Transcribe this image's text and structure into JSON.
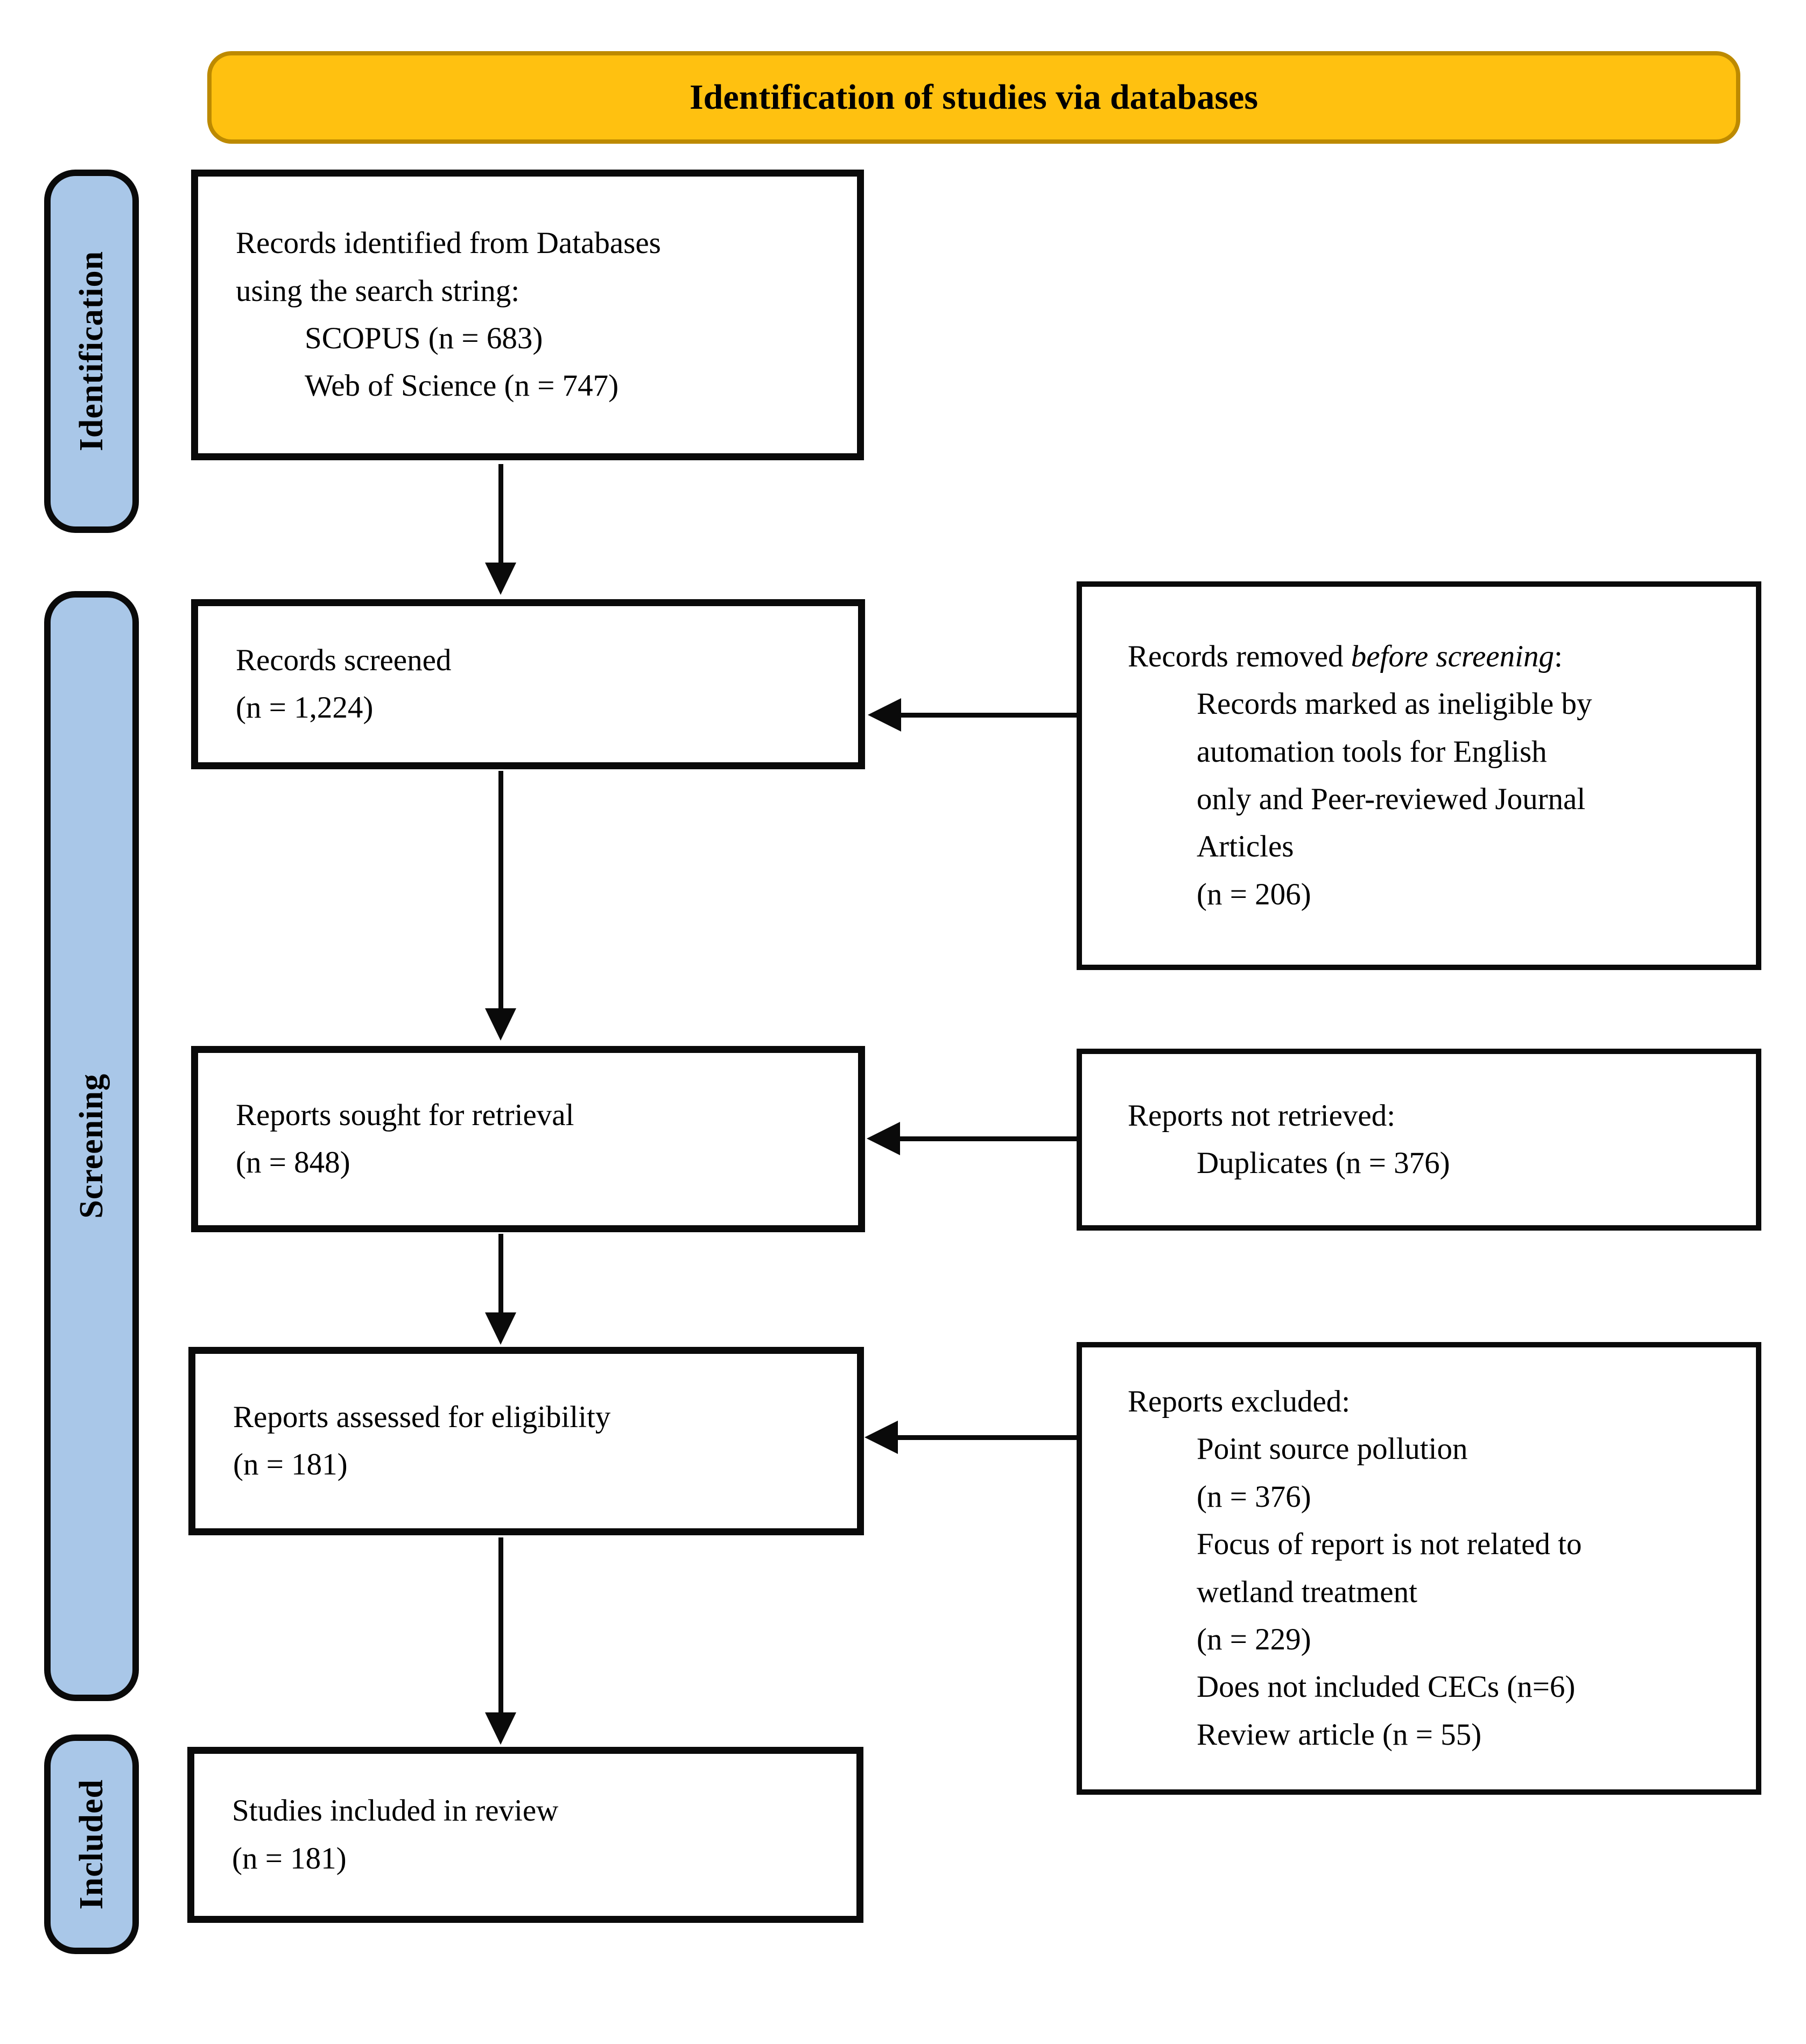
{
  "banner": {
    "title": "Identification of studies via databases"
  },
  "stages": [
    {
      "id": "identification",
      "label": "Identification"
    },
    {
      "id": "screening",
      "label": "Screening"
    },
    {
      "id": "included",
      "label": "Included"
    }
  ],
  "boxes": {
    "records_identified": {
      "lines": [
        {
          "indent": 0,
          "parts": [
            {
              "text": "Records identified from Databases"
            }
          ]
        },
        {
          "indent": 0,
          "parts": [
            {
              "text": "using the search string:"
            }
          ]
        },
        {
          "indent": 1,
          "parts": [
            {
              "text": "SCOPUS (n = 683)"
            }
          ]
        },
        {
          "indent": 1,
          "parts": [
            {
              "text": "Web of Science (n = 747)"
            }
          ]
        }
      ]
    },
    "records_screened": {
      "lines": [
        {
          "indent": 0,
          "parts": [
            {
              "text": "Records screened"
            }
          ]
        },
        {
          "indent": 0,
          "parts": [
            {
              "text": "(n = 1,224)"
            }
          ]
        }
      ]
    },
    "records_removed": {
      "lines": [
        {
          "indent": 0,
          "parts": [
            {
              "text": "Records removed "
            },
            {
              "text": "before screening",
              "italic": true
            },
            {
              "text": ":"
            }
          ]
        },
        {
          "indent": 1,
          "parts": [
            {
              "text": "Records marked as ineligible by"
            }
          ]
        },
        {
          "indent": 1,
          "parts": [
            {
              "text": "automation tools for English"
            }
          ]
        },
        {
          "indent": 1,
          "parts": [
            {
              "text": "only and Peer-reviewed Journal"
            }
          ]
        },
        {
          "indent": 1,
          "parts": [
            {
              "text": "Articles"
            }
          ]
        },
        {
          "indent": 1,
          "parts": [
            {
              "text": "(n = 206)"
            }
          ]
        }
      ]
    },
    "reports_sought": {
      "lines": [
        {
          "indent": 0,
          "parts": [
            {
              "text": "Reports sought for retrieval"
            }
          ]
        },
        {
          "indent": 0,
          "parts": [
            {
              "text": "(n = 848)"
            }
          ]
        }
      ]
    },
    "reports_not_retrieved": {
      "lines": [
        {
          "indent": 0,
          "parts": [
            {
              "text": "Reports not retrieved:"
            }
          ]
        },
        {
          "indent": 1,
          "parts": [
            {
              "text": "Duplicates (n = 376)"
            }
          ]
        }
      ]
    },
    "reports_assessed": {
      "lines": [
        {
          "indent": 0,
          "parts": [
            {
              "text": "Reports assessed for eligibility"
            }
          ]
        },
        {
          "indent": 0,
          "parts": [
            {
              "text": "(n = 181)"
            }
          ]
        }
      ]
    },
    "reports_excluded": {
      "lines": [
        {
          "indent": 0,
          "parts": [
            {
              "text": "Reports excluded:"
            }
          ]
        },
        {
          "indent": 1,
          "parts": [
            {
              "text": "Point source pollution"
            }
          ]
        },
        {
          "indent": 1,
          "parts": [
            {
              "text": "(n = 376)"
            }
          ]
        },
        {
          "indent": 1,
          "parts": [
            {
              "text": "Focus of report is not related to"
            }
          ]
        },
        {
          "indent": 1,
          "parts": [
            {
              "text": "wetland treatment"
            }
          ]
        },
        {
          "indent": 1,
          "parts": [
            {
              "text": "(n = 229)"
            }
          ]
        },
        {
          "indent": 1,
          "parts": [
            {
              "text": "Does not included CECs (n=6)"
            }
          ]
        },
        {
          "indent": 1,
          "parts": [
            {
              "text": "Review article (n = 55)"
            }
          ]
        }
      ]
    },
    "studies_included": {
      "lines": [
        {
          "indent": 0,
          "parts": [
            {
              "text": "Studies included in review"
            }
          ]
        },
        {
          "indent": 0,
          "parts": [
            {
              "text": "(n = 181)"
            }
          ]
        }
      ]
    }
  },
  "counts": {
    "scopus": 683,
    "web_of_science": 747,
    "records_screened": 1224,
    "removed_before_screening": 206,
    "reports_sought": 848,
    "duplicates_not_retrieved": 376,
    "reports_assessed": 181,
    "excluded_point_source_pollution": 376,
    "excluded_not_wetland_treatment": 229,
    "excluded_no_cecs": 6,
    "excluded_review_article": 55,
    "studies_included": 181
  },
  "colors": {
    "banner_fill": "#FFC110",
    "banner_border": "#BD8A00",
    "stage_fill": "#A9C7E8",
    "box_bg": "#FFFFFF"
  }
}
